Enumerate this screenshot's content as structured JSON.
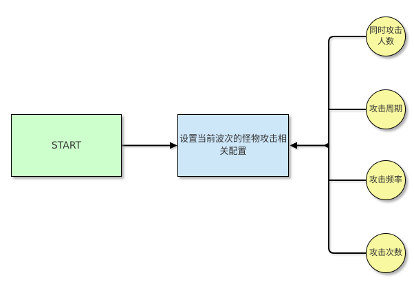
{
  "diagram": {
    "nodes": {
      "start": {
        "label": "START",
        "fill": "#ccffcc"
      },
      "config": {
        "label": "设置当前波次的怪物攻击相\n关配置",
        "fill": "#cde6f8"
      }
    },
    "attributes": [
      {
        "label": "同时攻击\n人数"
      },
      {
        "label": "攻击周期"
      },
      {
        "label": "攻击频率"
      },
      {
        "label": "攻击次数"
      }
    ],
    "colors": {
      "attribute_fill": "#f8f8a0",
      "stroke": "#000000",
      "text": "#333333",
      "background": "#ffffff"
    }
  }
}
